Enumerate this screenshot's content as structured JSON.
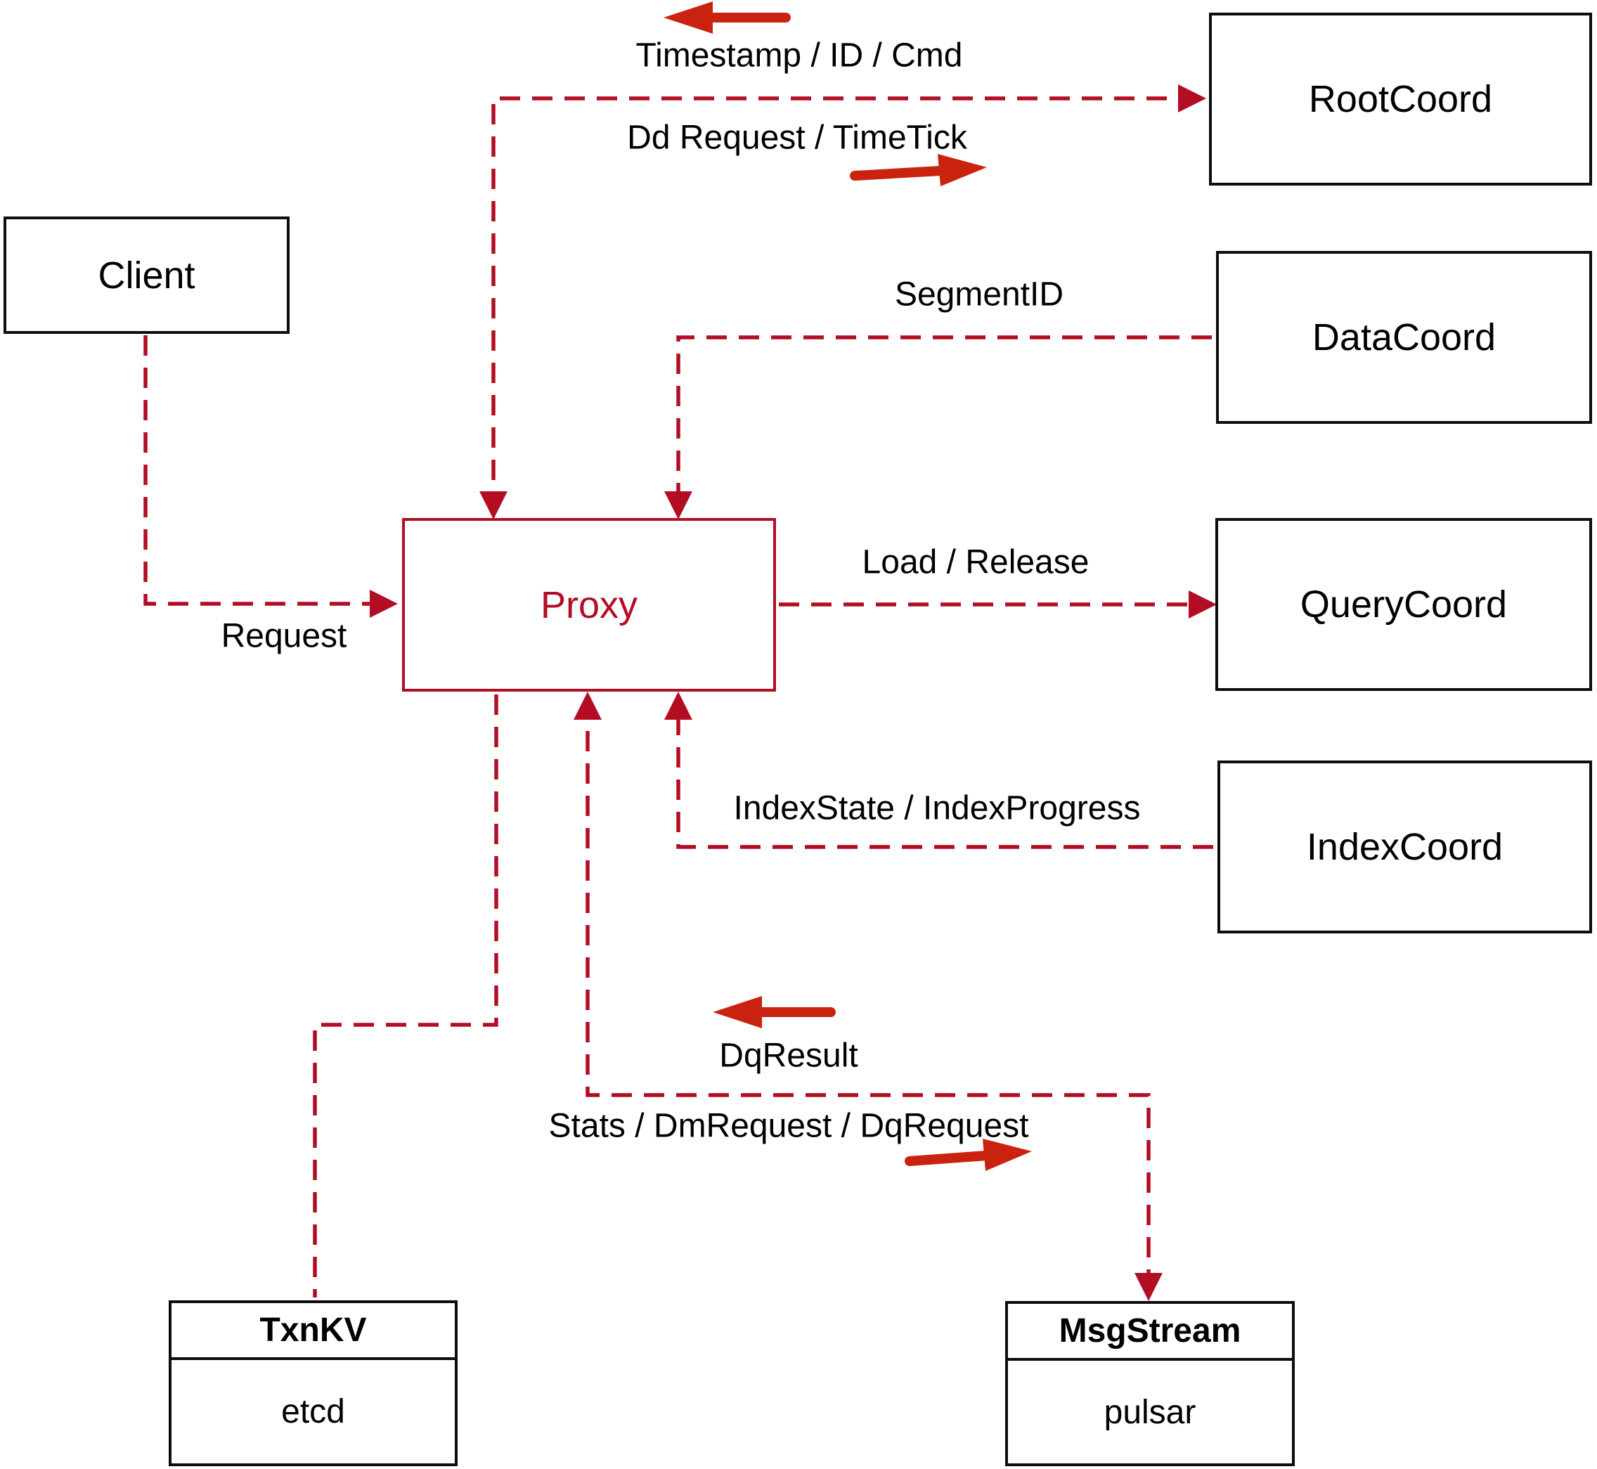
{
  "diagram": {
    "nodes": {
      "client": {
        "label": "Client"
      },
      "proxy": {
        "label": "Proxy"
      },
      "root_coord": {
        "label": "RootCoord"
      },
      "data_coord": {
        "label": "DataCoord"
      },
      "query_coord": {
        "label": "QueryCoord"
      },
      "index_coord": {
        "label": "IndexCoord"
      },
      "txn_kv": {
        "title": "TxnKV",
        "subtitle": "etcd"
      },
      "msg_stream": {
        "title": "MsgStream",
        "subtitle": "pulsar"
      }
    },
    "edge_labels": {
      "timestamp_id_cmd": "Timestamp / ID / Cmd",
      "dd_request_timetick": "Dd Request / TimeTick",
      "segment_id": "SegmentID",
      "request": "Request",
      "load_release": "Load / Release",
      "index_state_progress": "IndexState / IndexProgress",
      "dq_result": "DqResult",
      "stats_dm_dq_request": "Stats / DmRequest / DqRequest"
    },
    "colors": {
      "dashed_line": "#b30d24",
      "solid_arrow": "#c9230f",
      "box_border": "#0d0d0d",
      "proxy_accent": "#b30d24",
      "background": "#ffffff",
      "text": "#000000"
    }
  }
}
